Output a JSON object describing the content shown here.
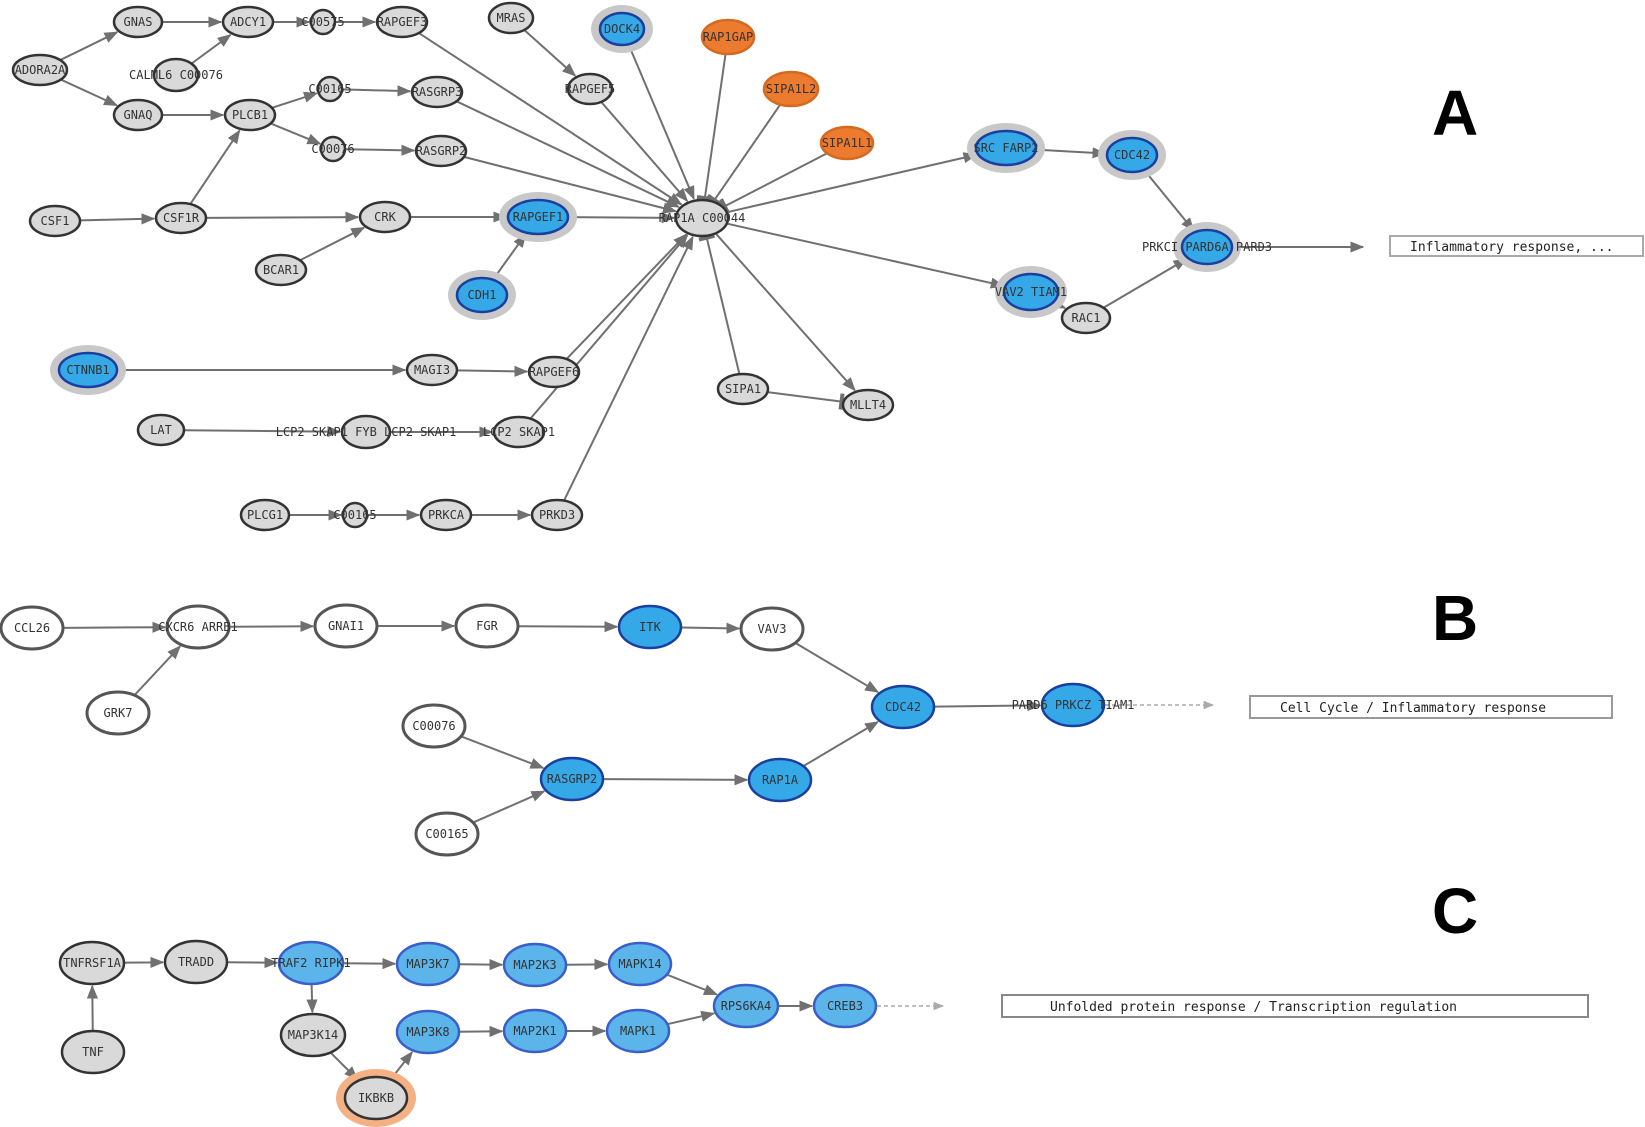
{
  "colors": {
    "node_gray": "#d9d9d9",
    "node_white": "#ffffff",
    "node_blue": "#35a8e8",
    "node_blue_c": "#5bb4ea",
    "node_orange": "#ec7b30",
    "halo_gray": "#c8c8c8",
    "halo_orange": "#f4b183",
    "edge": "#707070"
  },
  "panels": [
    {
      "letter": "A",
      "outcome": "Inflammatory response, ...",
      "nodes": [
        {
          "id": "adora2a",
          "label": "ADORA2A",
          "style": "gray"
        },
        {
          "id": "gnas",
          "label": "GNAS",
          "style": "gray"
        },
        {
          "id": "adcy1",
          "label": "ADCY1",
          "style": "gray"
        },
        {
          "id": "c00575",
          "label": "C00575",
          "style": "gray"
        },
        {
          "id": "rapgef3",
          "label": "RAPGEF3",
          "style": "gray"
        },
        {
          "id": "calml6",
          "label": "CALML6 C00076",
          "style": "gray"
        },
        {
          "id": "gnaq",
          "label": "GNAQ",
          "style": "gray"
        },
        {
          "id": "plcb1",
          "label": "PLCB1",
          "style": "gray"
        },
        {
          "id": "c00165a",
          "label": "C00165",
          "style": "gray"
        },
        {
          "id": "rasgrp3",
          "label": "RASGRP3",
          "style": "gray"
        },
        {
          "id": "c00076a",
          "label": "C00076",
          "style": "gray"
        },
        {
          "id": "rasgrp2a",
          "label": "RASGRP2",
          "style": "gray"
        },
        {
          "id": "mras",
          "label": "MRAS",
          "style": "gray"
        },
        {
          "id": "rapgef5",
          "label": "RAPGEF5",
          "style": "gray"
        },
        {
          "id": "dock4",
          "label": "DOCK4",
          "style": "blue"
        },
        {
          "id": "rap1gap",
          "label": "RAP1GAP",
          "style": "orange"
        },
        {
          "id": "sipa1l2",
          "label": "SIPA1L2",
          "style": "orange"
        },
        {
          "id": "sipa1l1",
          "label": "SIPA1L1",
          "style": "orange"
        },
        {
          "id": "csf1",
          "label": "CSF1",
          "style": "gray"
        },
        {
          "id": "csf1r",
          "label": "CSF1R",
          "style": "gray"
        },
        {
          "id": "crk",
          "label": "CRK",
          "style": "gray"
        },
        {
          "id": "bcar1",
          "label": "BCAR1",
          "style": "gray"
        },
        {
          "id": "rapgef1",
          "label": "RAPGEF1",
          "style": "blue"
        },
        {
          "id": "cdh1",
          "label": "CDH1",
          "style": "blue"
        },
        {
          "id": "rap1a",
          "label": "RAP1A C00044",
          "style": "gray"
        },
        {
          "id": "src",
          "label": "SRC FARP2",
          "style": "blue"
        },
        {
          "id": "cdc42a",
          "label": "CDC42",
          "style": "blue"
        },
        {
          "id": "pard6a",
          "label": "PRKCI PARD6A PARD3",
          "style": "blue"
        },
        {
          "id": "vav2",
          "label": "VAV2 TIAM1",
          "style": "blue"
        },
        {
          "id": "rac1",
          "label": "RAC1",
          "style": "gray"
        },
        {
          "id": "ctnnb1",
          "label": "CTNNB1",
          "style": "blue"
        },
        {
          "id": "magi3",
          "label": "MAGI3",
          "style": "gray"
        },
        {
          "id": "rapgef6",
          "label": "RAPGEF6",
          "style": "gray"
        },
        {
          "id": "sipa1",
          "label": "SIPA1",
          "style": "gray"
        },
        {
          "id": "mllt4",
          "label": "MLLT4",
          "style": "gray"
        },
        {
          "id": "lat",
          "label": "LAT",
          "style": "gray"
        },
        {
          "id": "fyb",
          "label": "LCP2 SKAP1 FYB LCP2 SKAP1",
          "style": "gray"
        },
        {
          "id": "lcp2",
          "label": "LCP2 SKAP1",
          "style": "gray"
        },
        {
          "id": "plcg1",
          "label": "PLCG1",
          "style": "gray"
        },
        {
          "id": "c00165b",
          "label": "C00165",
          "style": "gray"
        },
        {
          "id": "prkca",
          "label": "PRKCA",
          "style": "gray"
        },
        {
          "id": "prkd3",
          "label": "PRKD3",
          "style": "gray"
        }
      ]
    },
    {
      "letter": "B",
      "outcome": "Cell Cycle / Inflammatory response",
      "nodes": [
        {
          "id": "ccl26",
          "label": "CCL26",
          "style": "white"
        },
        {
          "id": "cxcr6",
          "label": "CXCR6 ARRB1",
          "style": "white"
        },
        {
          "id": "grk7",
          "label": "GRK7",
          "style": "white"
        },
        {
          "id": "gnai1",
          "label": "GNAI1",
          "style": "white"
        },
        {
          "id": "fgr",
          "label": "FGR",
          "style": "white"
        },
        {
          "id": "itk",
          "label": "ITK",
          "style": "blue"
        },
        {
          "id": "vav3",
          "label": "VAV3",
          "style": "white"
        },
        {
          "id": "cdc42b",
          "label": "CDC42",
          "style": "blue"
        },
        {
          "id": "prkcz",
          "label": "PARD6 PRKCZ TIAM1",
          "style": "blue"
        },
        {
          "id": "c00076b",
          "label": "C00076",
          "style": "white"
        },
        {
          "id": "rasgrp2b",
          "label": "RASGRP2",
          "style": "blue"
        },
        {
          "id": "rap1ab",
          "label": "RAP1A",
          "style": "blue"
        },
        {
          "id": "c00165c",
          "label": "C00165",
          "style": "white"
        }
      ]
    },
    {
      "letter": "C",
      "outcome": "Unfolded protein response / Transcription regulation",
      "nodes": [
        {
          "id": "tnfrsf1a",
          "label": "TNFRSF1A",
          "style": "gray"
        },
        {
          "id": "tradd",
          "label": "TRADD",
          "style": "gray"
        },
        {
          "id": "traf2",
          "label": "TRAF2 RIPK1",
          "style": "bluec"
        },
        {
          "id": "map3k7",
          "label": "MAP3K7",
          "style": "bluec"
        },
        {
          "id": "map2k3",
          "label": "MAP2K3",
          "style": "bluec"
        },
        {
          "id": "mapk14",
          "label": "MAPK14",
          "style": "bluec"
        },
        {
          "id": "rps6ka4",
          "label": "RPS6KA4",
          "style": "bluec"
        },
        {
          "id": "creb3",
          "label": "CREB3",
          "style": "bluec"
        },
        {
          "id": "tnf",
          "label": "TNF",
          "style": "gray"
        },
        {
          "id": "map3k14",
          "label": "MAP3K14",
          "style": "gray"
        },
        {
          "id": "ikbkb",
          "label": "IKBKB",
          "style": "gray"
        },
        {
          "id": "map3k8",
          "label": "MAP3K8",
          "style": "bluec"
        },
        {
          "id": "map2k1",
          "label": "MAP2K1",
          "style": "bluec"
        },
        {
          "id": "mapk1",
          "label": "MAPK1",
          "style": "bluec"
        }
      ]
    }
  ]
}
